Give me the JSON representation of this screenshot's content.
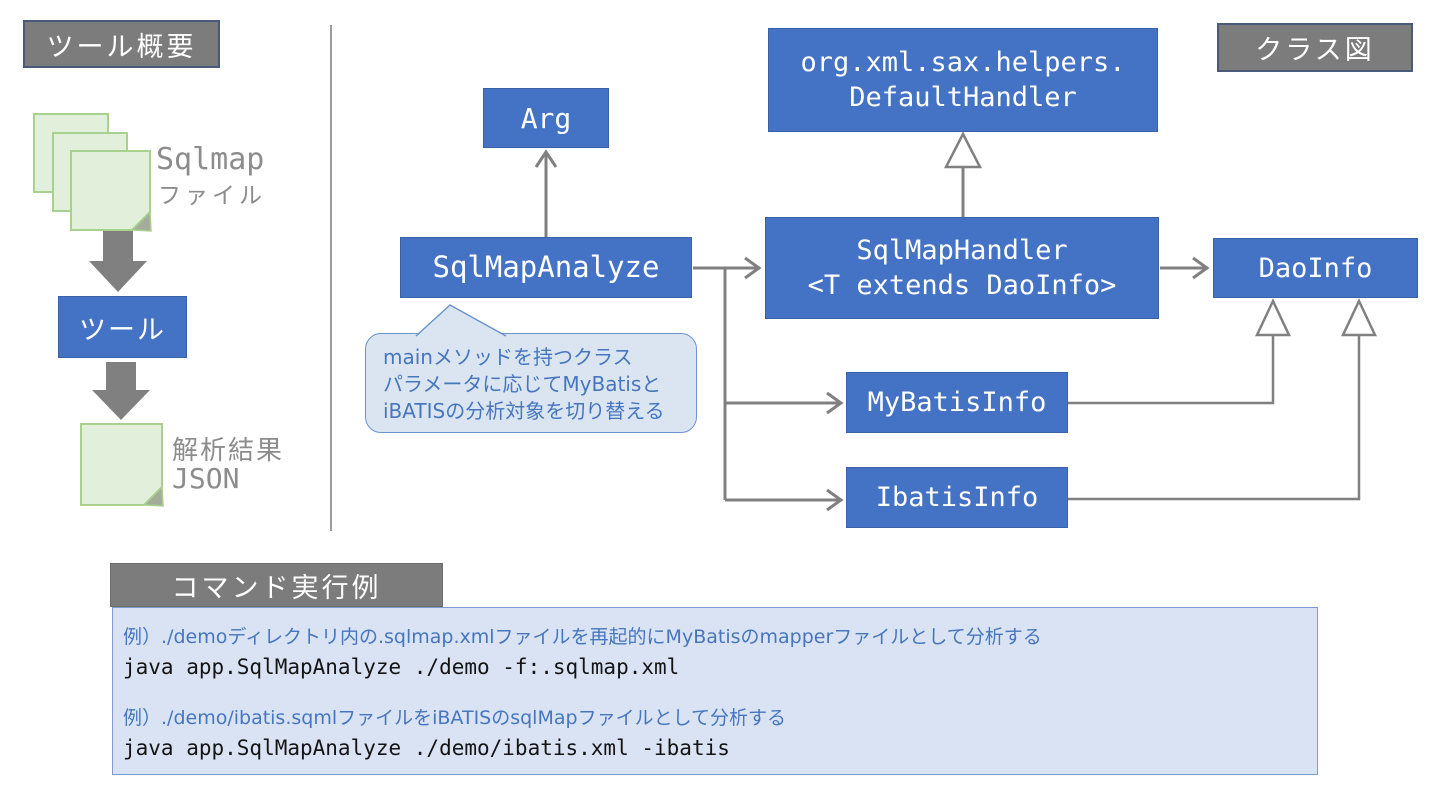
{
  "overview": {
    "title": "ツール概要",
    "input_label_top": "Sqlmap",
    "input_label_bottom": "ファイル",
    "tool_box_label": "ツール",
    "output_label_top": "解析結果",
    "output_label_bottom": "JSON"
  },
  "class_diagram": {
    "title": "クラス図",
    "nodes": {
      "arg": "Arg",
      "default_handler": [
        "org.xml.sax.helpers.",
        "DefaultHandler"
      ],
      "sqlmap_analyze": "SqlMapAnalyze",
      "sqlmap_handler": [
        "SqlMapHandler",
        "<T extends DaoInfo>"
      ],
      "dao_info": "DaoInfo",
      "mybatis_info": "MyBatisInfo",
      "ibatis_info": "IbatisInfo"
    },
    "callout": [
      "mainメソッドを持つクラス",
      "パラメータに応じてMyBatisと",
      "iBATISの分析対象を切り替える"
    ]
  },
  "command_examples": {
    "title": "コマンド実行例",
    "examples": [
      {
        "description": "例）./demoディレクトリ内の.sqlmap.xmlファイルを再起的にMyBatisのmapperファイルとして分析する",
        "command": "java app.SqlMapAnalyze ./demo -f:.sqlmap.xml"
      },
      {
        "description": "例）./demo/ibatis.sqmlファイルをiBATISのsqlMapファイルとして分析する",
        "command": "java app.SqlMapAnalyze ./demo/ibatis.xml -ibatis"
      }
    ]
  },
  "colors": {
    "node_blue": "#4472c4",
    "header_gray": "#7c7c7c",
    "note_green_fill": "#e2efda",
    "note_green_border": "#a9d18e",
    "callout_fill": "#dbe5f1",
    "callout_border": "#6b93cf",
    "command_box_fill": "#dae3f3",
    "command_box_border": "#7f9bd1",
    "description_blue": "#4576be",
    "connector_gray": "#808080"
  }
}
